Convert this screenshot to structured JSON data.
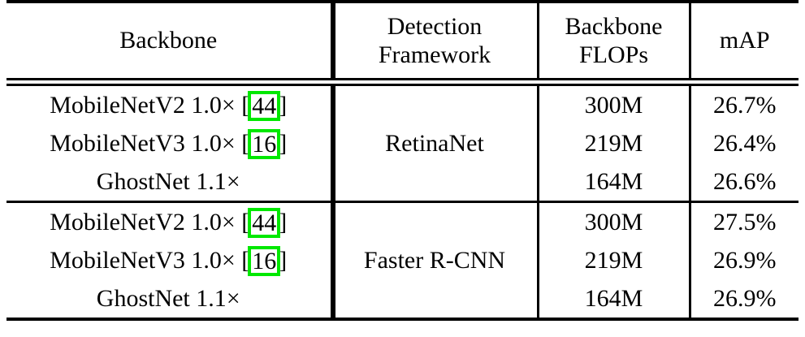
{
  "table": {
    "headers": [
      {
        "line1": "Backbone",
        "line2": ""
      },
      {
        "line1": "Detection",
        "line2": "Framework"
      },
      {
        "line1": "Backbone",
        "line2": "FLOPs"
      },
      {
        "line1": "mAP",
        "line2": ""
      }
    ],
    "highlight_color": "#00e800",
    "groups": [
      {
        "framework": "RetinaNet",
        "rows": [
          {
            "backbone": "MobileNetV2 1.0×",
            "cite_open": "[",
            "cite_num": "44",
            "cite_close": "]",
            "flops": "300M",
            "map": "26.7%"
          },
          {
            "backbone": "MobileNetV3 1.0×",
            "cite_open": "[",
            "cite_num": "16",
            "cite_close": "]",
            "flops": "219M",
            "map": "26.4%"
          },
          {
            "backbone": "GhostNet 1.1×",
            "cite_open": "",
            "cite_num": "",
            "cite_close": "",
            "flops": "164M",
            "map": "26.6%"
          }
        ]
      },
      {
        "framework": "Faster R-CNN",
        "rows": [
          {
            "backbone": "MobileNetV2 1.0×",
            "cite_open": "[",
            "cite_num": "44",
            "cite_close": "]",
            "flops": "300M",
            "map": "27.5%"
          },
          {
            "backbone": "MobileNetV3 1.0×",
            "cite_open": "[",
            "cite_num": "16",
            "cite_close": "]",
            "flops": "219M",
            "map": "26.9%"
          },
          {
            "backbone": "GhostNet 1.1×",
            "cite_open": "",
            "cite_num": "",
            "cite_close": "",
            "flops": "164M",
            "map": "26.9%"
          }
        ]
      }
    ]
  }
}
